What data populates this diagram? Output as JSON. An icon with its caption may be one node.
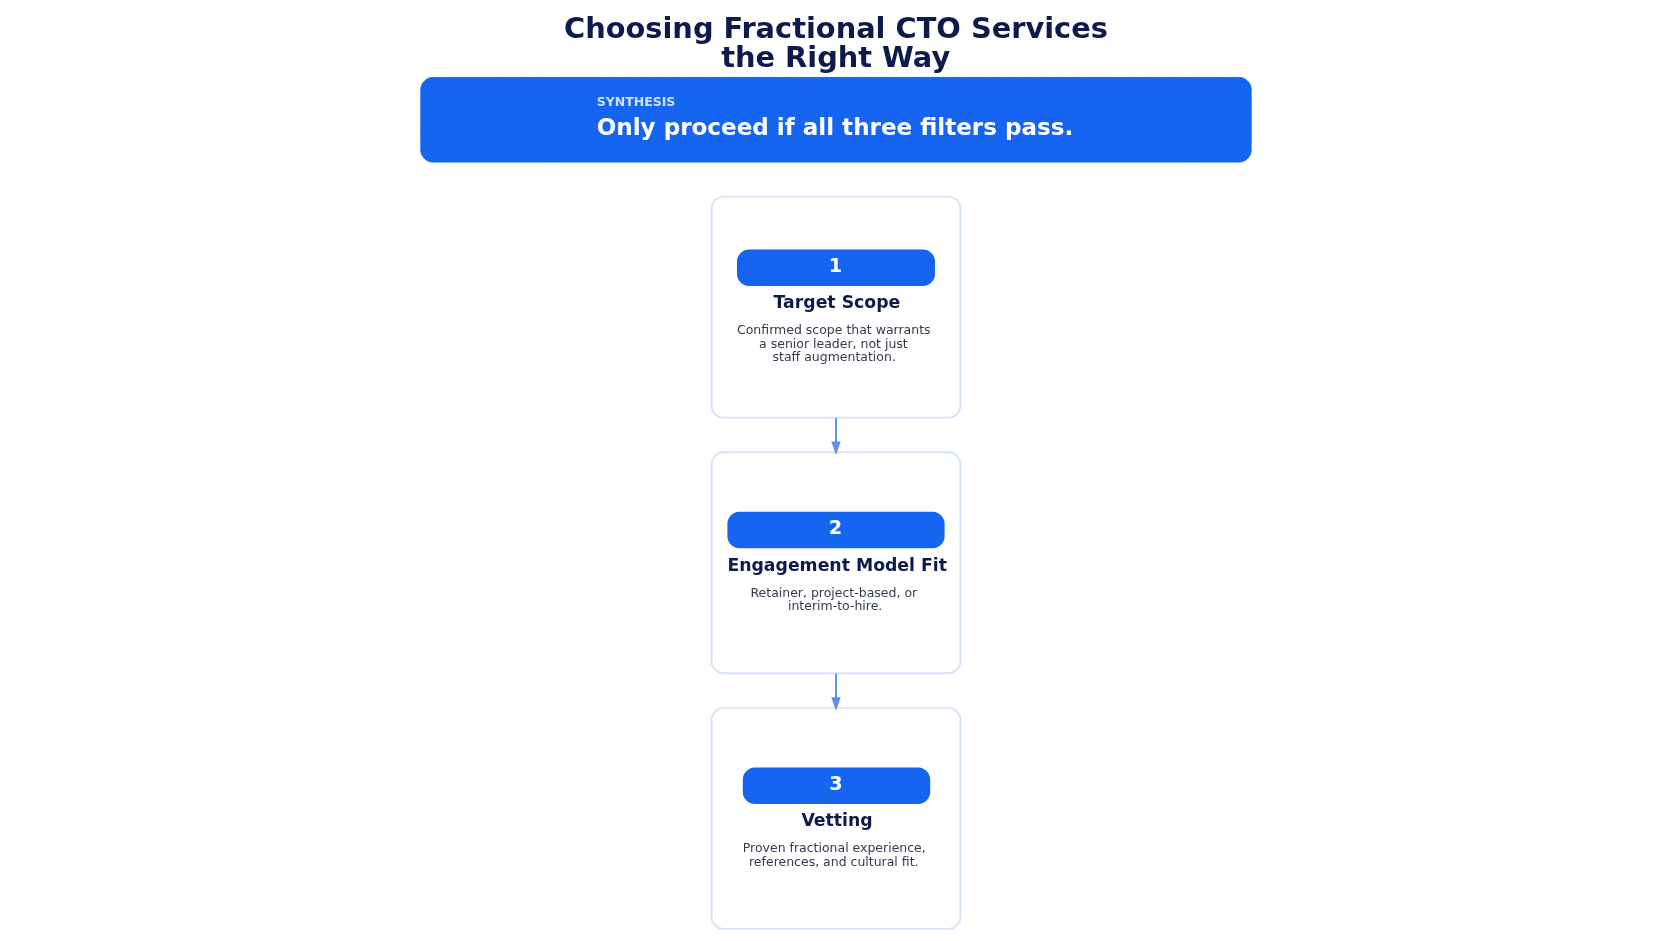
{
  "diagram": {
    "title": "Choosing Fractional CTO Services the Right Way",
    "nodes": [
      {
        "text": [
          "1",
          "Target Scope",
          "Confirmed scope that warrants a senior leader, not just staff augmentation."
        ]
      },
      {
        "text": [
          "2",
          "Engagement Model Fit",
          "Retainer, project-based, or interim-to-hire."
        ]
      },
      {
        "text": [
          "3",
          "Vetting",
          "Proven fractional experience, references, and cultural fit."
        ]
      },
      {
        "text": [
          "SYNTHESIS",
          "Only proceed if all three filters pass."
        ]
      }
    ],
    "edges": [
      {
        "from": 0,
        "to": 1,
        "arrow": "to"
      },
      {
        "from": 1,
        "to": 2,
        "arrow": "to"
      }
    ]
  }
}
